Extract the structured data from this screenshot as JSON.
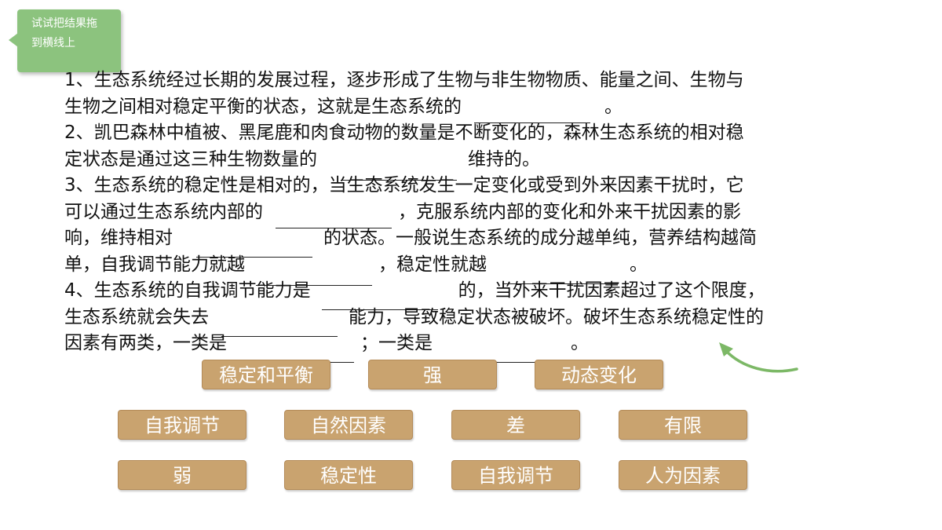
{
  "hint": {
    "line1": "试试把结果拖",
    "line2": "到横线上"
  },
  "passage": {
    "q1_line1": "1、生态系统经过长期的发展过程，逐步形成了生物与非生物物质、能量之间、生物与",
    "q1_line2_a": "生物之间相对稳定平衡的状态，这就是生态系统的",
    "q1_line2_b": "。",
    "q2_line1": "2、凯巴森林中植被、黑尾鹿和肉食动物的数量是不断变化的，森林生态系统的相对稳",
    "q2_line2_a": "定状态是通过这三种生物数量的",
    "q2_line2_b": "维持的。",
    "q3_line1": "3、生态系统的稳定性是相对的，当生态系统发生一定变化或受到外来因素干扰时，它",
    "q3_line2_a": "可以通过生态系统内部的",
    "q3_line2_b": "，克服系统内部的变化和外来干扰因素的影",
    "q3_line3_a": "响，维持相对",
    "q3_line3_b": "的状态。一般说生态系统的成分越单纯，营养结构越简",
    "q3_line4_a": "单，自我调节能力就越",
    "q3_line4_b": "，稳定性就越",
    "q3_line4_c": "。",
    "q4_line1_a": "4、生态系统的自我调节能力是",
    "q4_line1_b": "的，当外来干扰因素超过了这个限度，",
    "q4_line2_a": "生态系统就会失去",
    "q4_line2_b": "能力，导致稳定状态被破坏。破坏生态系统稳定性的",
    "q4_line3_a": "因素有两类，一类是",
    "q4_line3_b": "；一类是",
    "q4_line3_c": "。"
  },
  "chips": {
    "c1": "稳定和平衡",
    "c2": "强",
    "c3": "动态变化",
    "c4": "自我调节",
    "c5": "自然因素",
    "c6": "差",
    "c7": "有限",
    "c8": "弱",
    "c9": "稳定性",
    "c10": "自我调节",
    "c11": "人为因素"
  },
  "colors": {
    "hint_bg": "#8cc37e",
    "chip_bg": "#c9a36f",
    "arrow": "#7cb866"
  }
}
